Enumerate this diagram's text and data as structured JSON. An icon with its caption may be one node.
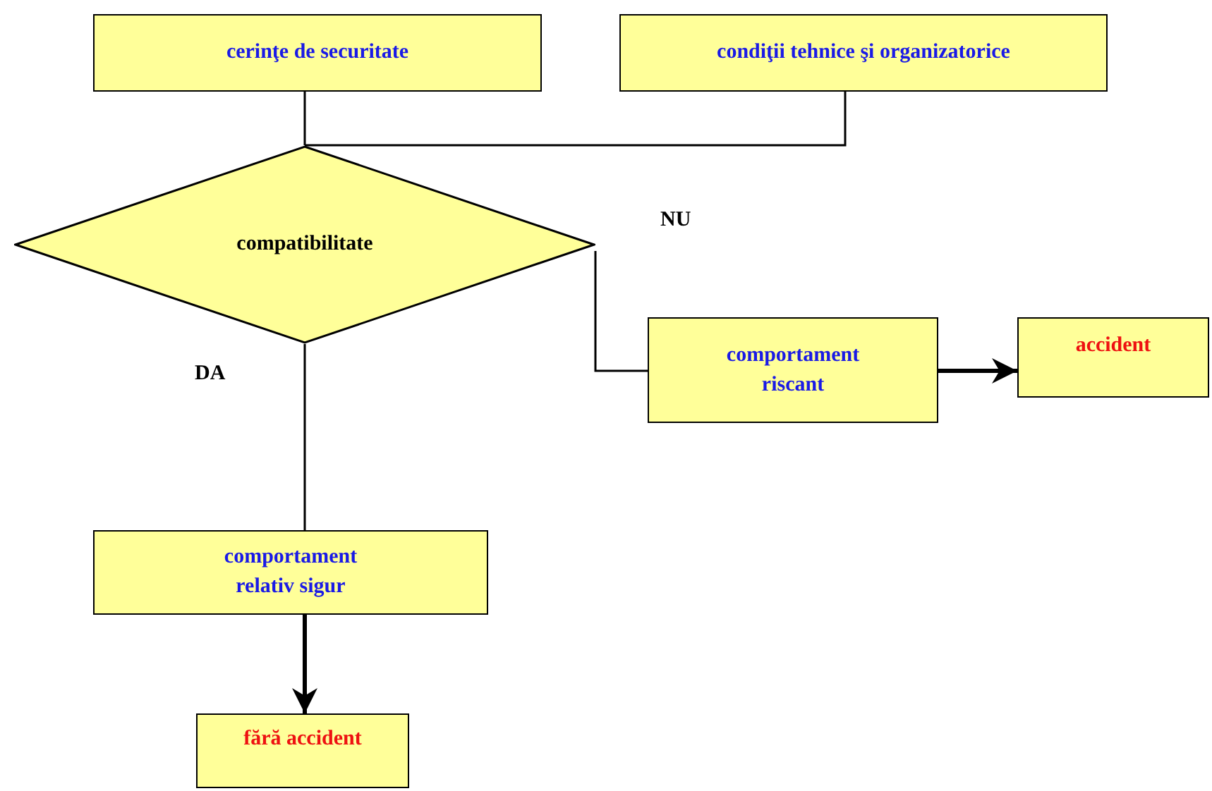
{
  "diagram": {
    "nodes": [
      {
        "text": [
          "cerinţe de securitate"
        ]
      },
      {
        "text": [
          "condiţii tehnice şi organizatorice"
        ]
      },
      {
        "text": [
          "compatibilitate"
        ]
      },
      {
        "text": [
          "comportament riscant"
        ]
      },
      {
        "text": [
          "accident"
        ]
      },
      {
        "text": [
          "comportament relativ sigur"
        ]
      },
      {
        "text": [
          "fără accident"
        ]
      }
    ],
    "edges": [
      {
        "from": 0,
        "to": 2,
        "arrow": "none"
      },
      {
        "from": 1,
        "to": 2,
        "arrow": "none"
      },
      {
        "from": 2,
        "to": 3,
        "arrow": "none",
        "label": "NU"
      },
      {
        "from": 3,
        "to": 4,
        "arrow": "to",
        "style": "thick"
      },
      {
        "from": 2,
        "to": 5,
        "arrow": "none",
        "label": "DA"
      },
      {
        "from": 5,
        "to": 6,
        "arrow": "to",
        "style": "thick"
      }
    ]
  }
}
